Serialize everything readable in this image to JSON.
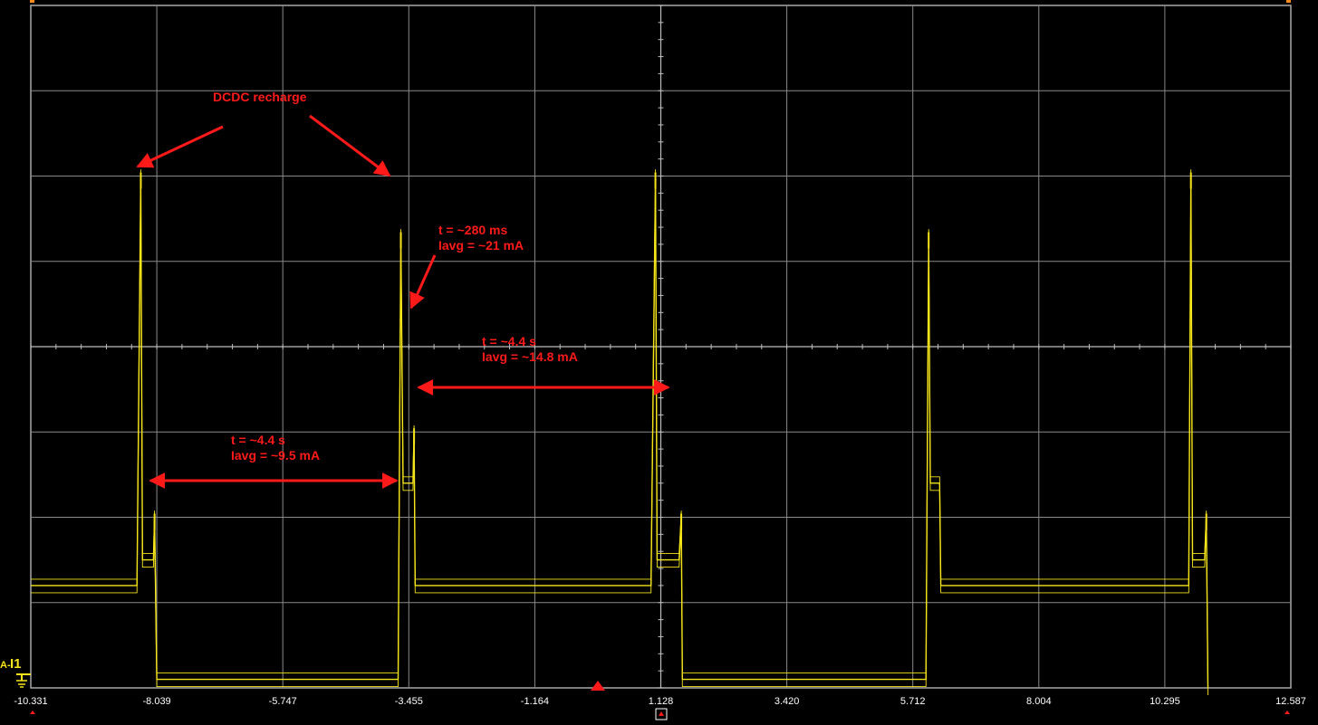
{
  "chart_data": {
    "type": "line",
    "x_ticks": [
      "-10.331",
      "-8.039",
      "-5.747",
      "-3.455",
      "-1.164",
      "1.128",
      "3.420",
      "5.712",
      "8.004",
      "10.295",
      "12.587"
    ],
    "xlim": [
      -10.331,
      12.587
    ],
    "ylim": [
      0,
      8
    ],
    "grid": true,
    "grid_divisions": {
      "x": 10,
      "y": 8
    },
    "trace_color": "#f6e51a",
    "channel_label": "I1",
    "channel_prefix": "A-",
    "series": [
      {
        "values": [
          {
            "x": -10.33,
            "y": 1.2
          },
          {
            "x": -8.4,
            "y": 1.2
          },
          {
            "x": -8.33,
            "y": 6.0
          },
          {
            "x": -8.3,
            "y": 1.5
          },
          {
            "x": -8.1,
            "y": 1.5
          },
          {
            "x": -8.08,
            "y": 2.0
          },
          {
            "x": -8.04,
            "y": 0.1
          },
          {
            "x": -3.65,
            "y": 0.1
          },
          {
            "x": -3.6,
            "y": 5.3
          },
          {
            "x": -3.56,
            "y": 2.4
          },
          {
            "x": -3.38,
            "y": 2.4
          },
          {
            "x": -3.36,
            "y": 3.0
          },
          {
            "x": -3.34,
            "y": 1.2
          },
          {
            "x": 0.95,
            "y": 1.2
          },
          {
            "x": 1.03,
            "y": 6.0
          },
          {
            "x": 1.06,
            "y": 1.5
          },
          {
            "x": 1.46,
            "y": 1.5
          },
          {
            "x": 1.5,
            "y": 2.0
          },
          {
            "x": 1.52,
            "y": 0.1
          },
          {
            "x": 5.95,
            "y": 0.1
          },
          {
            "x": 6.0,
            "y": 5.3
          },
          {
            "x": 6.03,
            "y": 2.4
          },
          {
            "x": 6.2,
            "y": 2.4
          },
          {
            "x": 6.22,
            "y": 1.2
          },
          {
            "x": 10.73,
            "y": 1.2
          },
          {
            "x": 10.77,
            "y": 6.0
          },
          {
            "x": 10.8,
            "y": 1.5
          },
          {
            "x": 11.02,
            "y": 1.5
          },
          {
            "x": 11.05,
            "y": 2.0
          },
          {
            "x": 11.08,
            "y": 0.0
          }
        ]
      }
    ],
    "annotations": [
      {
        "lines": [
          "DCDC recharge"
        ]
      },
      {
        "lines": [
          "t = ~280 ms",
          "Iavg = ~21 mA"
        ]
      },
      {
        "lines": [
          "t = ~4.4 s",
          "Iavg = ~14.8 mA"
        ]
      },
      {
        "lines": [
          "t = ~4.4 s",
          "Iavg = ~9.5 mA"
        ]
      }
    ],
    "annotation_color": "#ff1a1a"
  }
}
